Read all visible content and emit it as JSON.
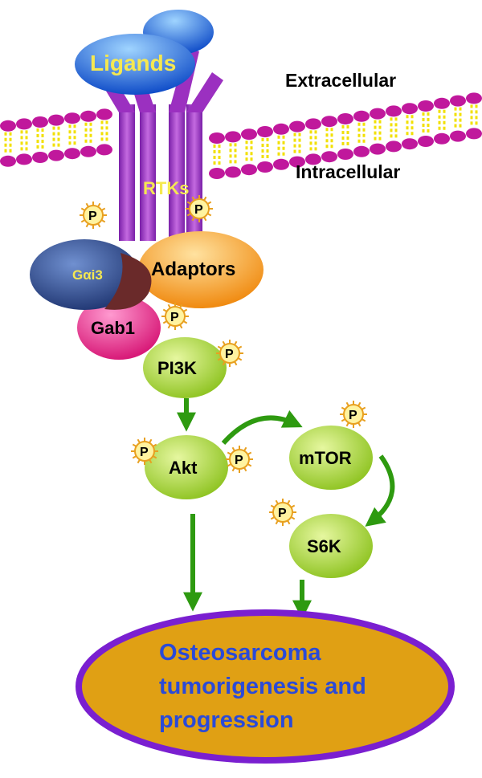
{
  "labels": {
    "ligands": "Ligands",
    "extracellular": "Extracellular",
    "intracellular": "Intracellular",
    "rtks": "RTKs",
    "galpha": "Gαi3",
    "adaptors": "Adaptors",
    "gab1": "Gab1",
    "pi3k": "PI3K",
    "akt": "Akt",
    "mtor": "mTOR",
    "s6k": "S6K",
    "phospho": "P",
    "outcome_line1": "Osteosarcoma",
    "outcome_line2": "tumorigenesis and",
    "outcome_line3": "progression"
  },
  "colors": {
    "membrane_head": "#c0189c",
    "membrane_tail": "#f2e000",
    "receptor": "#9b30c0",
    "ligand": "#1e64e0",
    "ligand_text": "#f5e850",
    "adaptors": "#f7a12a",
    "galpha": "#3a5aa0",
    "gab1": "#e8308a",
    "kinase": "#a6d43a",
    "arrow": "#2e9a10",
    "outcome_fill": "#e0a014",
    "outcome_border": "#7a1fd0",
    "outcome_text": "#2a4ad8",
    "phospho_fill": "#fff3a0",
    "phospho_border": "#e8a020"
  }
}
